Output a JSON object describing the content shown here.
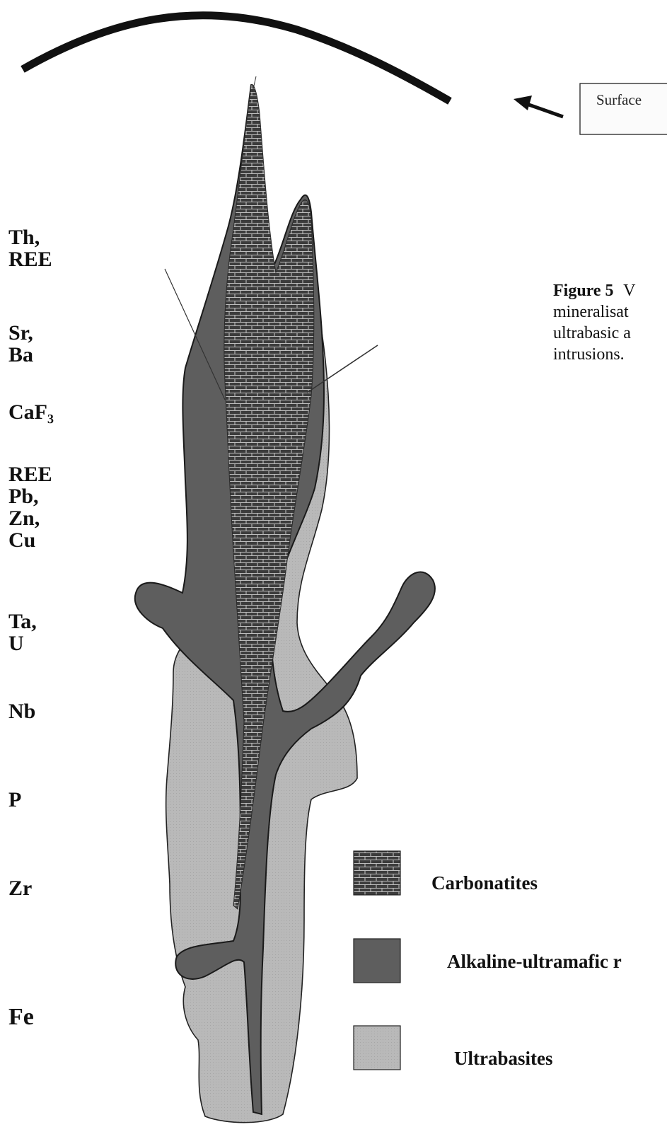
{
  "surface_label": "Surface",
  "element_labels": [
    {
      "lines": [
        "Th,",
        "REE"
      ]
    },
    {
      "lines": [
        "Sr,",
        "Ba"
      ]
    },
    {
      "lines": [
        "CaF₃"
      ]
    },
    {
      "lines": [
        "REE",
        "Pb,",
        "Zn,",
        "Cu"
      ]
    },
    {
      "lines": [
        "Ta,",
        "U"
      ]
    },
    {
      "lines": [
        "Nb"
      ]
    },
    {
      "lines": [
        "P"
      ]
    },
    {
      "lines": [
        "Zr"
      ]
    },
    {
      "lines": [
        "Fe"
      ]
    }
  ],
  "caption": {
    "figure_no": "Figure 5",
    "line1_tail": "V",
    "line2": "mineralisat",
    "line3": "ultrabasic a",
    "line4": "intrusions."
  },
  "legend": [
    {
      "label": "Carbonatites",
      "swatch": "brick"
    },
    {
      "label": "Alkaline-ultramafic r",
      "swatch": "dark"
    },
    {
      "label": "Ultrabasites",
      "swatch": "light"
    }
  ],
  "colors": {
    "ultrabasite_fill": "#b9b9b9",
    "alkaline_fill": "#5e5e5e",
    "carbonatite_fill": "#3c3c3c",
    "outline": "#1a1a1a"
  }
}
